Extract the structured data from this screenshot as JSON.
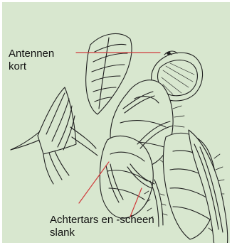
{
  "labels": {
    "antennae": {
      "line1": "Antennen",
      "line2": "kort"
    },
    "hind_tarsi": {
      "line1": "Achtertars en -scheen",
      "line2": "slank"
    }
  },
  "colors": {
    "background": "#d8e7cf",
    "frame": "#ffffff",
    "ink": "#1f1f1f",
    "leader_line": "#d03a3a"
  },
  "icons": {
    "illustration": "fly-side-view-illustration"
  }
}
